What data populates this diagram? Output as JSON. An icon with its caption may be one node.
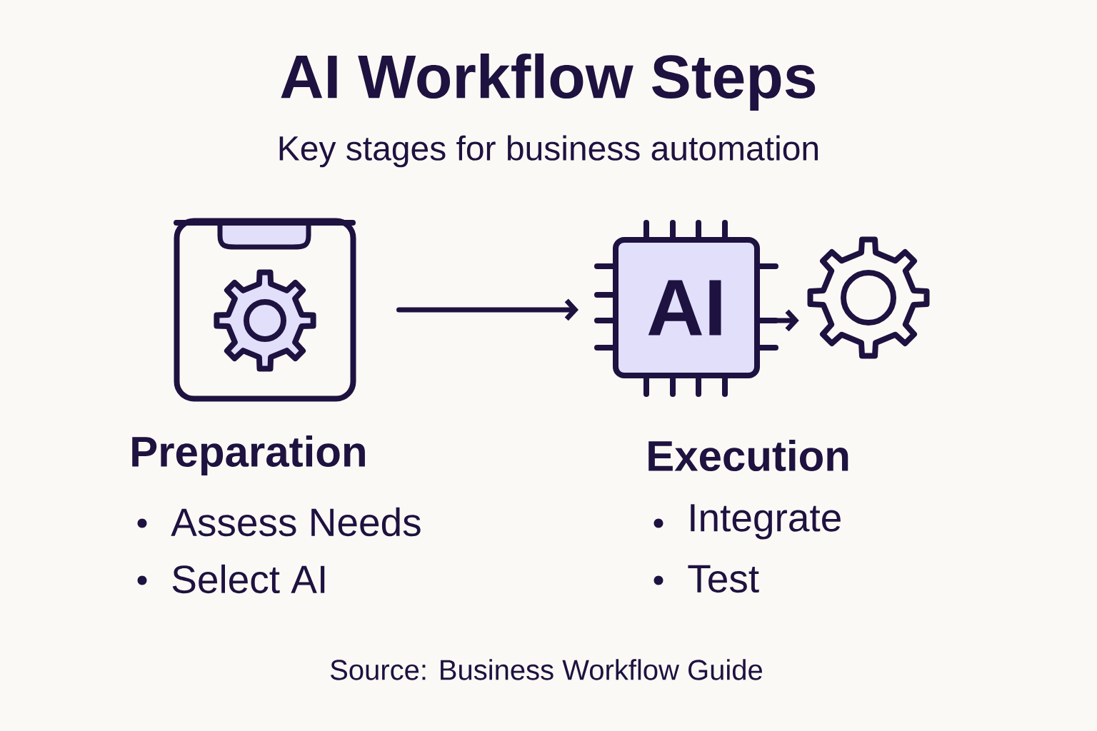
{
  "diagram": {
    "title": "AI Workflow Steps",
    "caption": "Source: Business Workflow Guide",
    "nodes": [
      {
        "text": [],
        "shape": "clipboard"
      },
      {
        "text": [
          "AI"
        ]
      },
      {
        "text": [],
        "shape": "gear"
      }
    ],
    "edges": [
      {
        "from": 0,
        "to": 1,
        "arrow": "to"
      },
      {
        "from": 1,
        "to": 2,
        "arrow": "to"
      }
    ],
    "labels": [
      "Key stages for business automation",
      "Preparation",
      "Assess Needs",
      "Select AI",
      "Execution",
      "Integrate",
      "Test"
    ]
  }
}
